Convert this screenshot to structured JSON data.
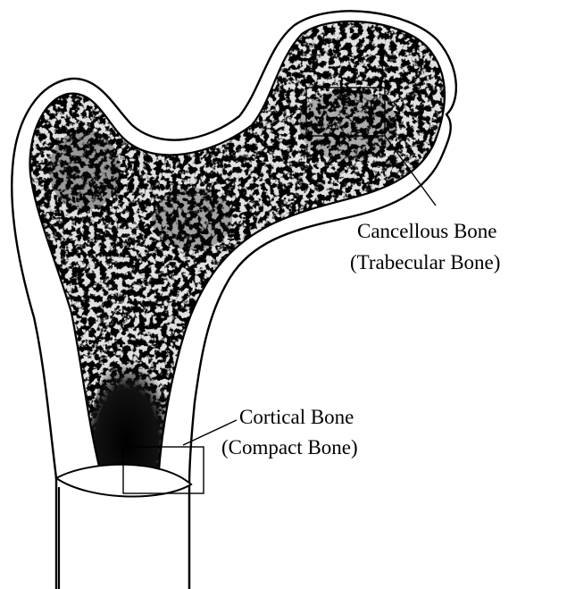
{
  "labels": {
    "cancellous_line1": "Cancellous Bone",
    "cancellous_line2": "(Trabecular Bone)",
    "cortical_line1": "Cortical Bone",
    "cortical_line2": "(Compact Bone)"
  },
  "colors": {
    "background": "#ffffff",
    "outline": "#000000",
    "trabecular_light": "#bdbdbd",
    "trabecular_dark": "#1a1a1a",
    "medullary_canal": "#0a0a0a"
  }
}
